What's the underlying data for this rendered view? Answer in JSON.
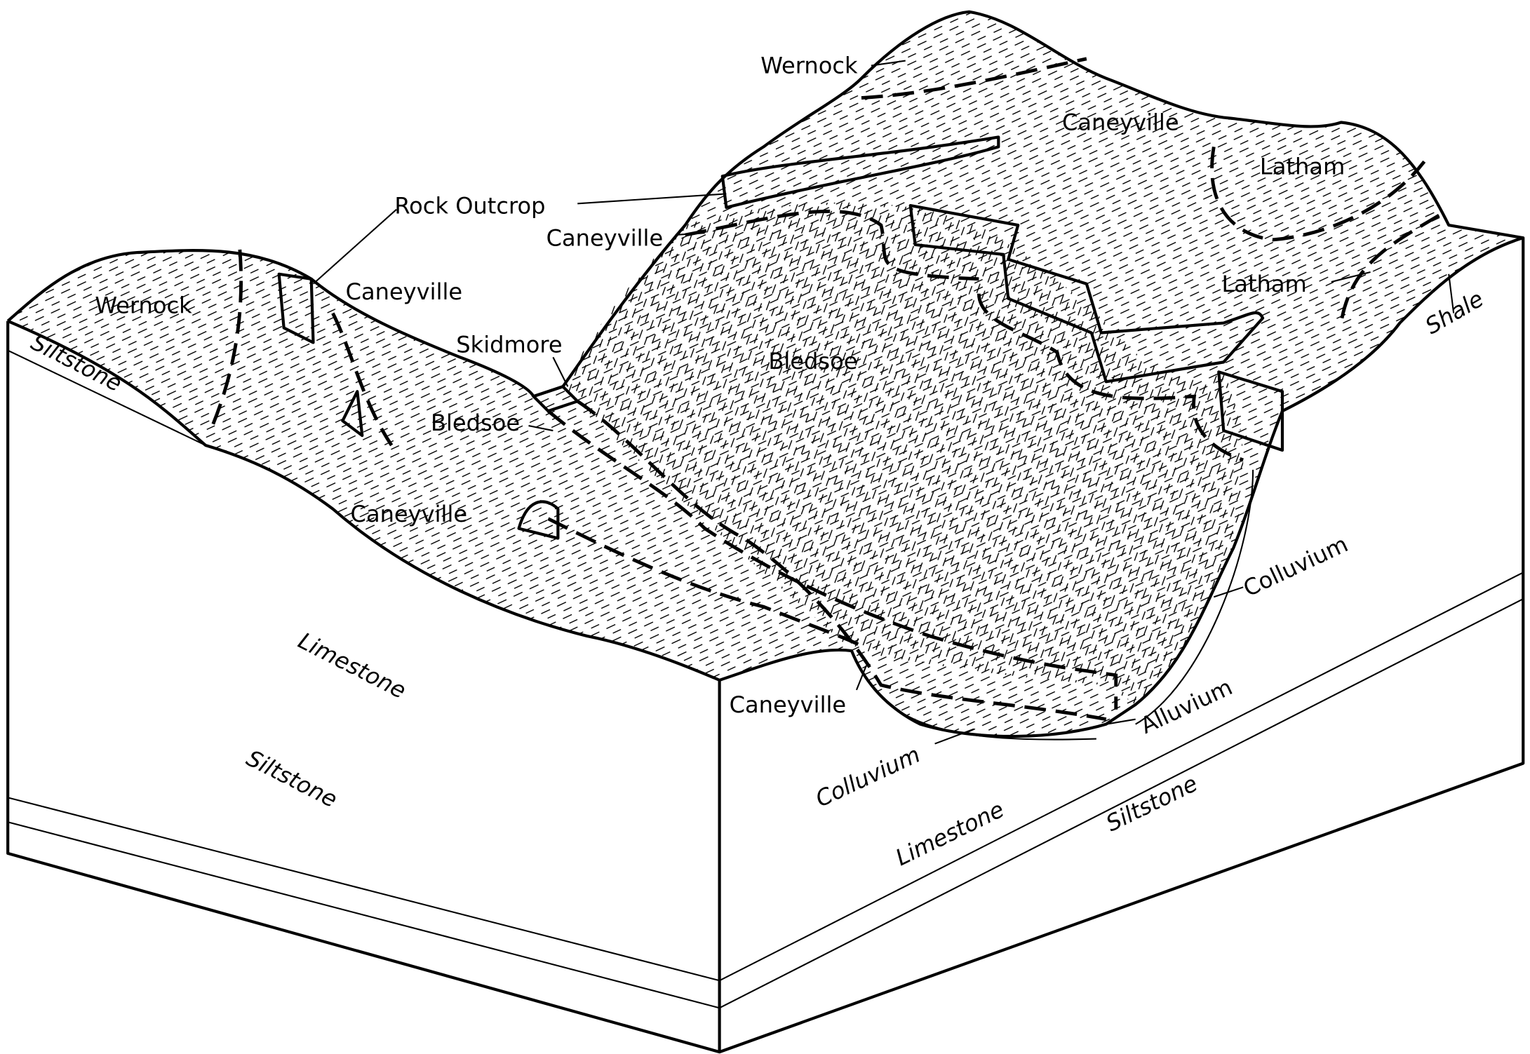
{
  "diagram": {
    "soil_labels": {
      "wernock_top": "Wernock",
      "caneyville_top": "Caneyville",
      "latham_top": "Latham",
      "rock_outcrop": "Rock Outcrop",
      "caneyville_upper_left": "Caneyville",
      "latham_mid": "Latham",
      "wernock_left": "Wernock",
      "caneyville_left": "Caneyville",
      "skidmore": "Skidmore",
      "bledsoe_slope": "Bledsoe",
      "bledsoe_left": "Bledsoe",
      "caneyville_lower_left": "Caneyville",
      "colluvium_right": "Colluvium",
      "caneyville_valley": "Caneyville",
      "alluvium": "Alluvium",
      "colluvium_lower": "Colluvium"
    },
    "rock_labels": {
      "shale": "Shale",
      "siltstone_left_top": "Siltstone",
      "limestone_left": "Limestone",
      "siltstone_left": "Siltstone",
      "limestone_right": "Limestone",
      "siltstone_right": "Siltstone"
    }
  }
}
